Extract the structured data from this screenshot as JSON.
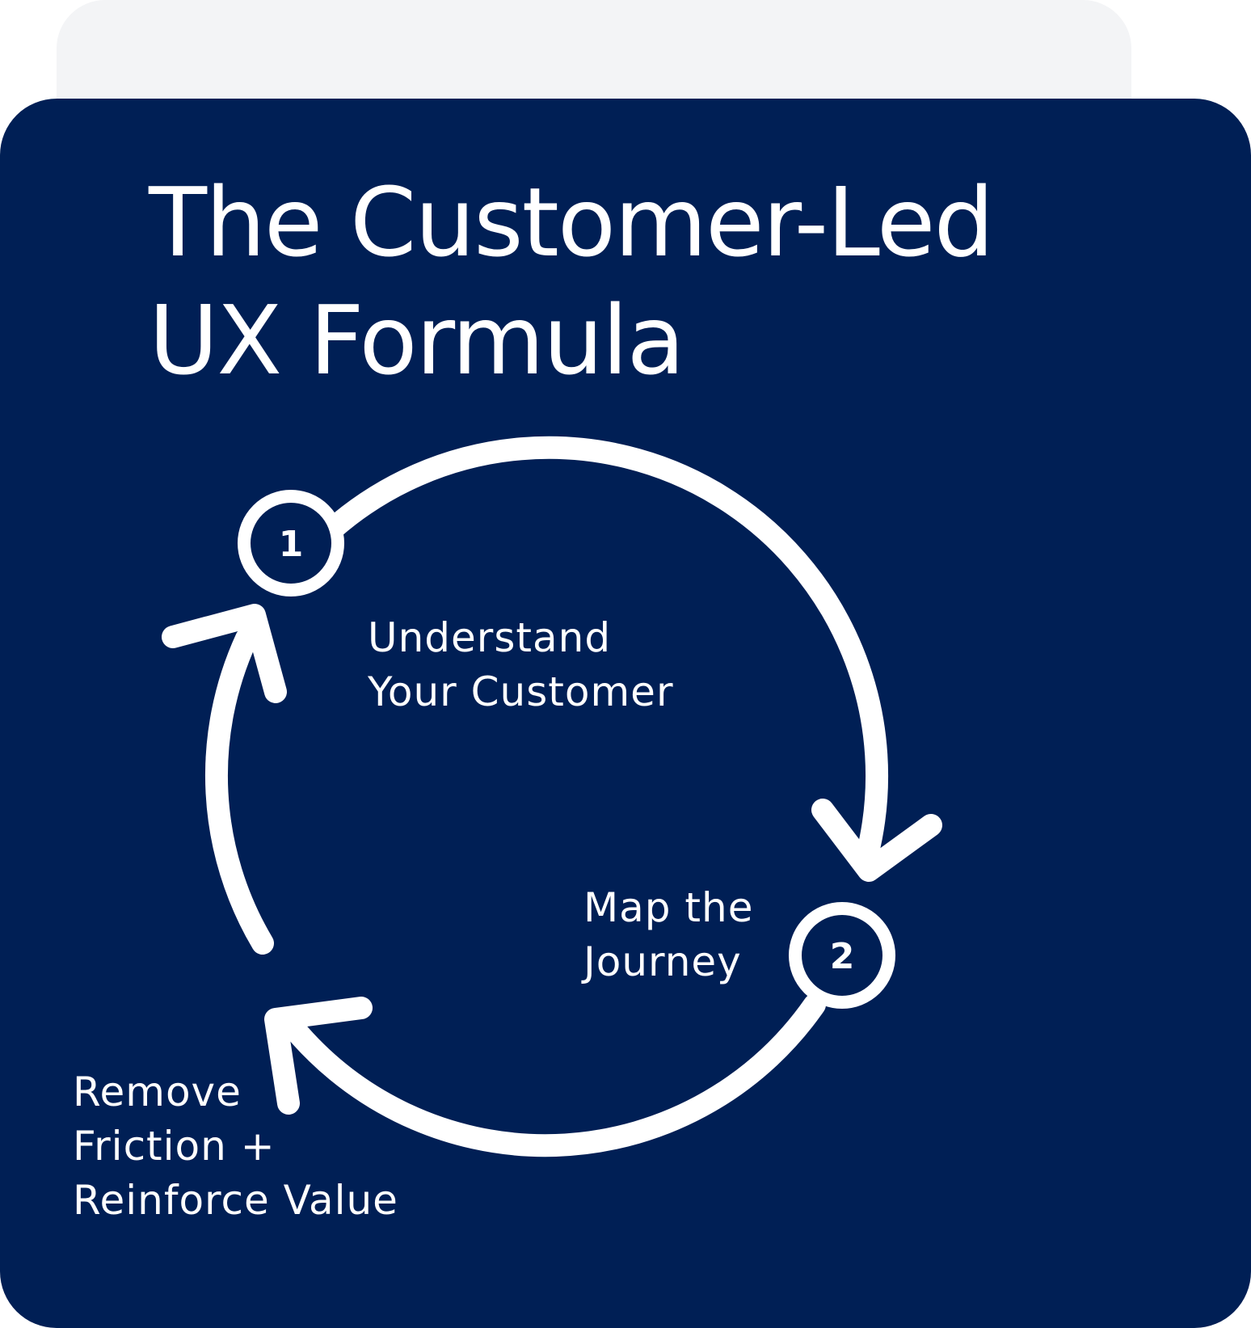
{
  "title": {
    "line1": "The Customer-Led",
    "line2": "UX Formula"
  },
  "steps": [
    {
      "number": "1",
      "line1": "Understand",
      "line2": "Your Customer"
    },
    {
      "number": "2",
      "line1": "Map the",
      "line2": "Journey"
    },
    {
      "line1": "Remove",
      "line2": "Friction +",
      "line3": "Reinforce Value"
    }
  ],
  "colors": {
    "card_background": "#001f55",
    "back_card": "#f3f4f6",
    "foreground": "#ffffff"
  }
}
